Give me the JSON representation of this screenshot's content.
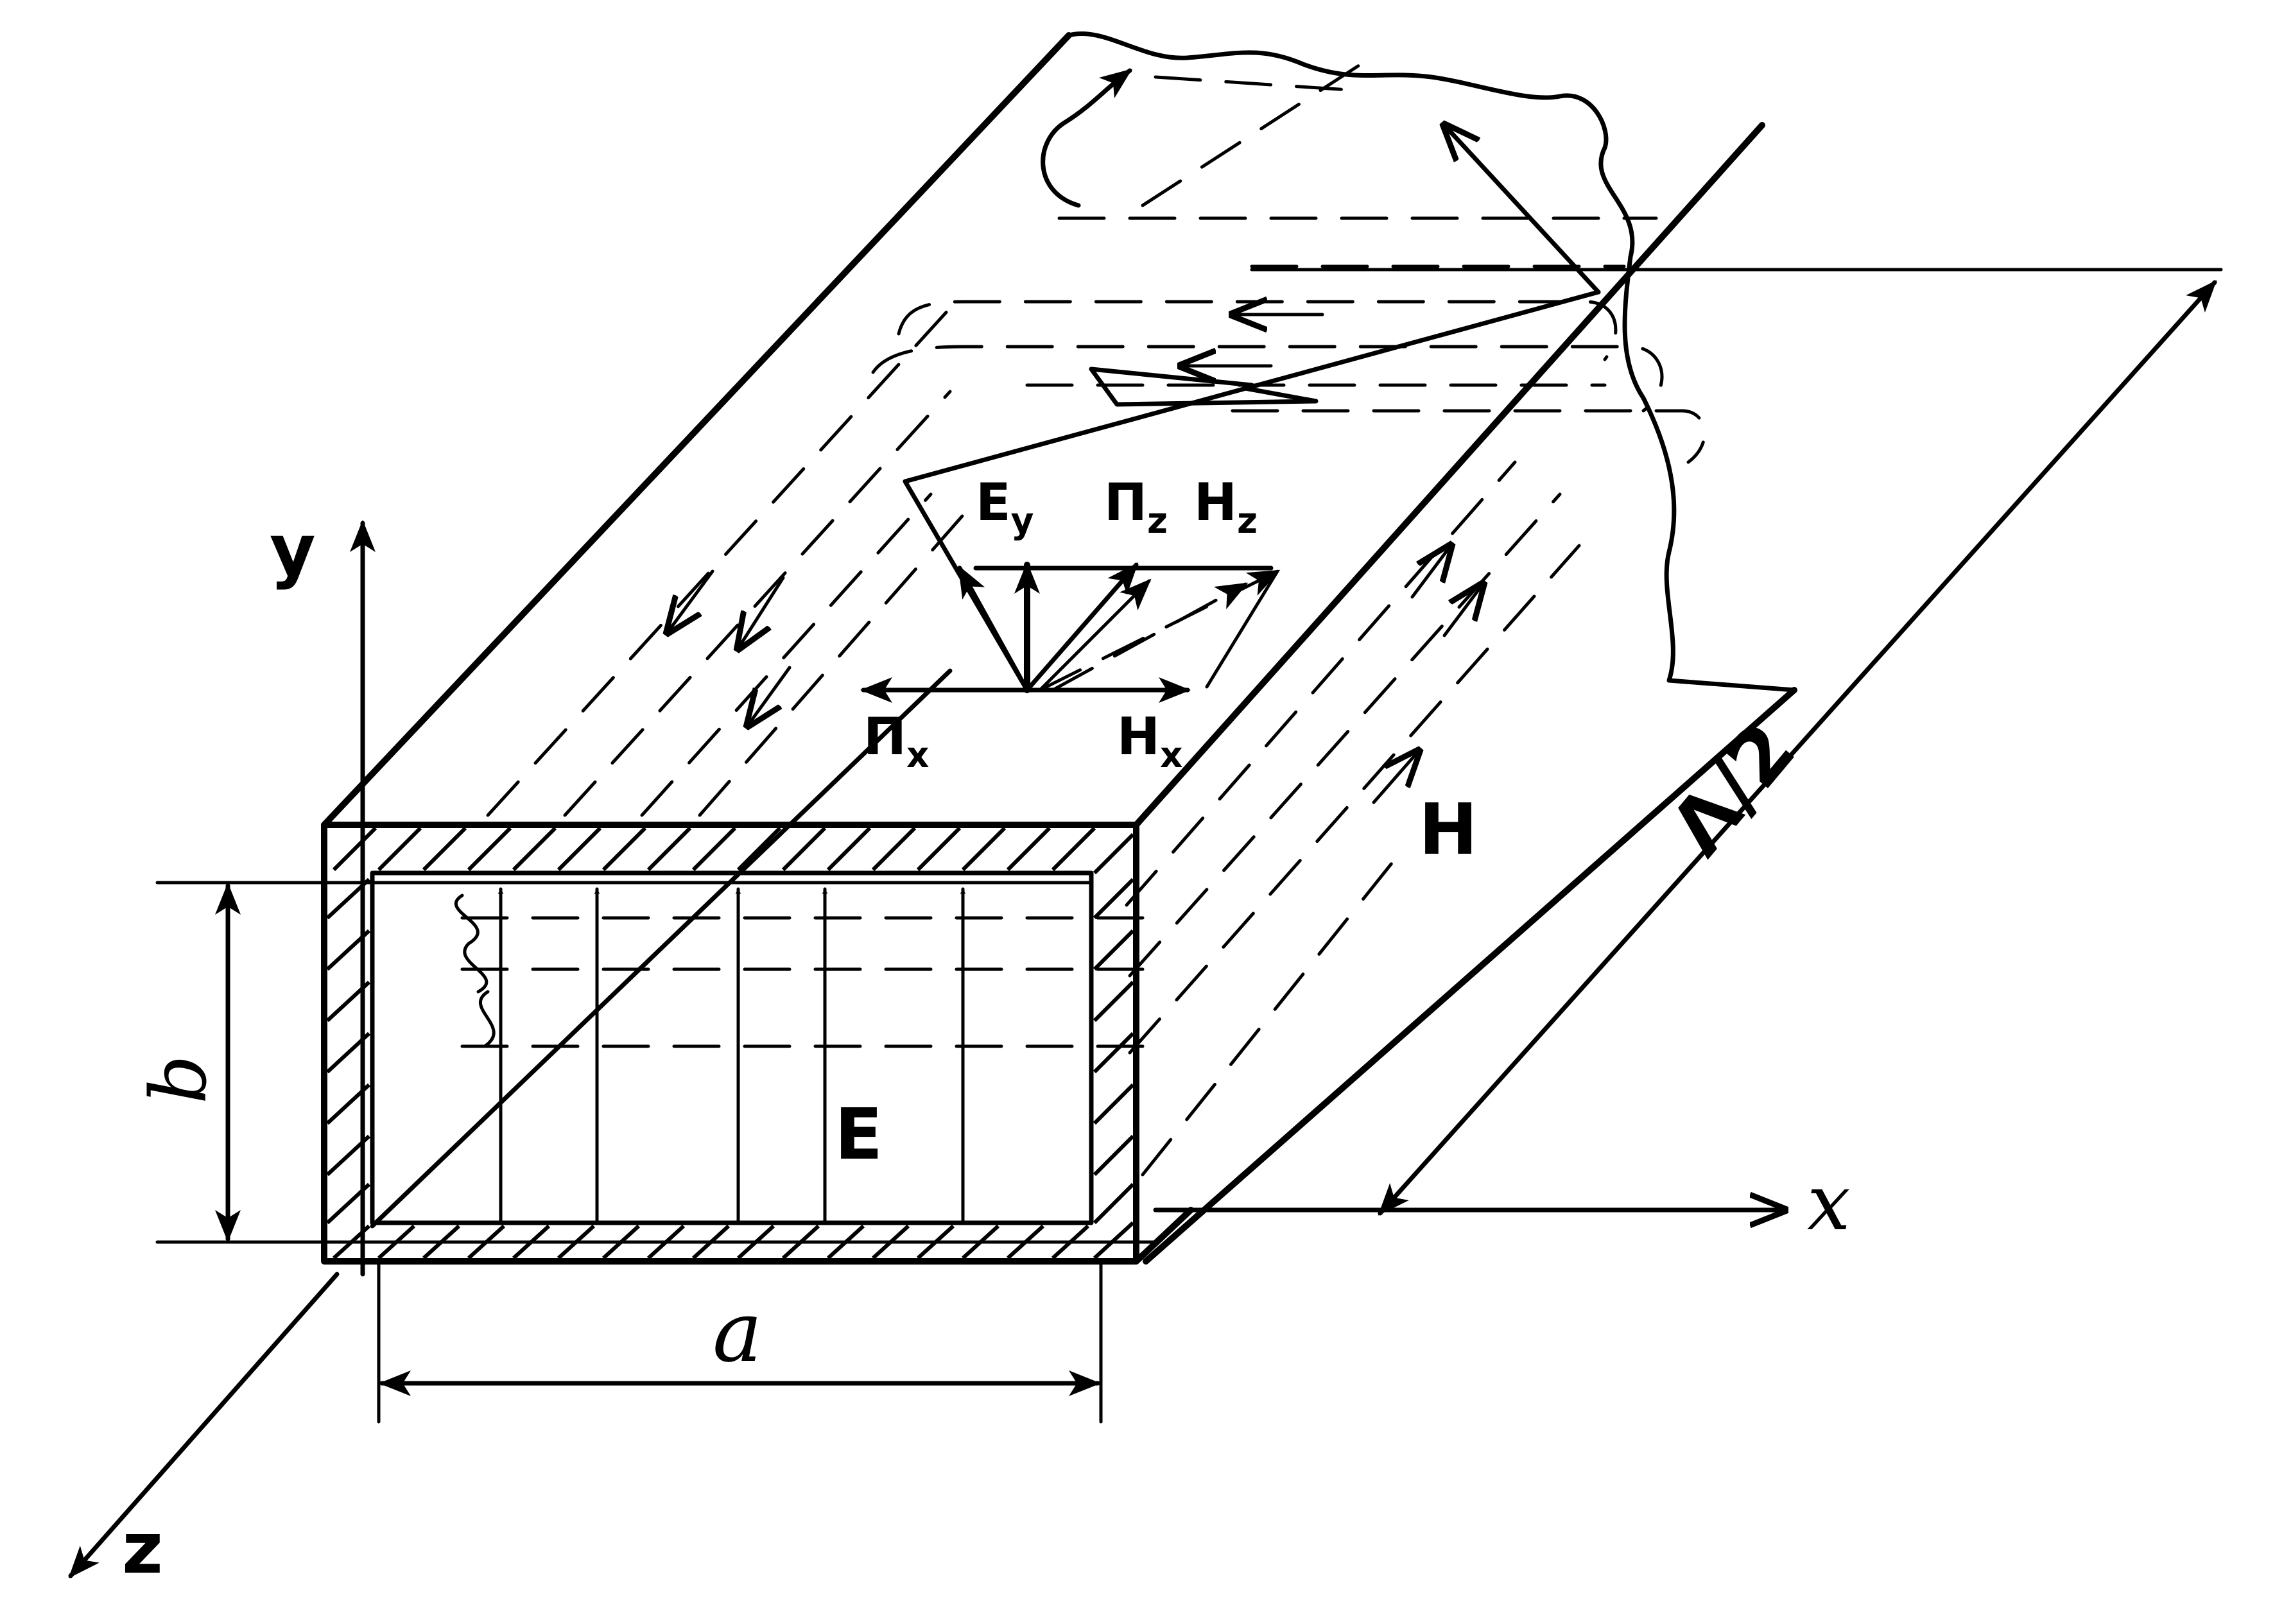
{
  "labels": {
    "y_axis": "y",
    "x_axis": "x",
    "z_axis": "z",
    "width_a": "a",
    "height_b": "b",
    "half_wavelength": "Λ/2",
    "field_E": "E",
    "field_H": "H",
    "E_y": "E",
    "E_y_sub": "y",
    "Pi_z": "Π",
    "Pi_z_sub": "z",
    "H_z": "H",
    "H_z_sub": "z",
    "Pi_x": "Π",
    "Pi_x_sub": "x",
    "H_x": "H",
    "H_x_sub": "x"
  },
  "colors": {
    "ink": "#000000",
    "background": "#ffffff"
  }
}
